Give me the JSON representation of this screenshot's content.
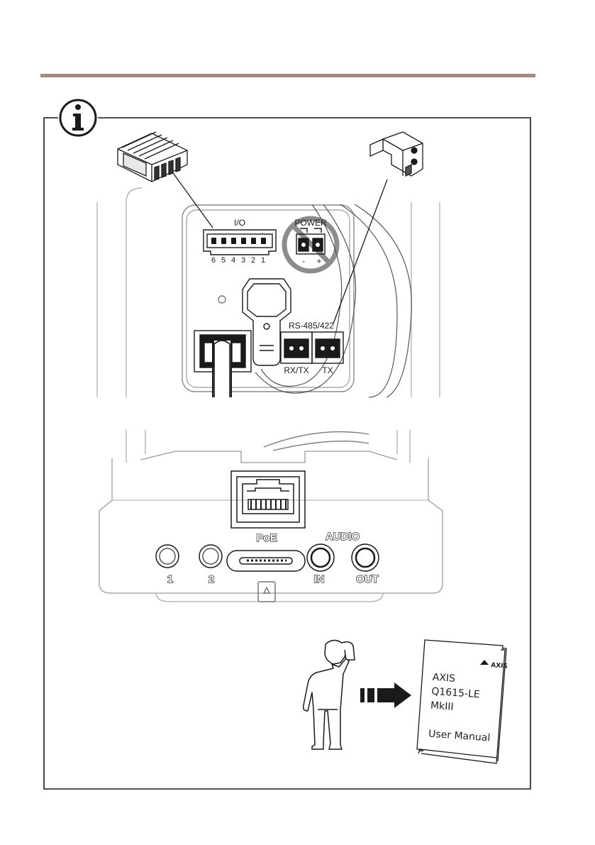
{
  "info_icon": "info-icon",
  "colors": {
    "rule": "#a68b7d",
    "line": "#1a1a1a",
    "faint": "#9a9a9a"
  },
  "top_panel": {
    "io_label": "I/O",
    "io_pins": [
      "6",
      "5",
      "4",
      "3",
      "2",
      "1"
    ],
    "power_label": "POWER",
    "power_minus": "-",
    "power_plus": "+",
    "rs485_label": "RS-485/422",
    "rxtx_label": "RX/TX",
    "tx_label": "TX"
  },
  "bottom_panel": {
    "poe_label": "PoE",
    "audio_label": "AUDIO",
    "port1_label": "1",
    "port2_label": "2",
    "audio_in_label": "IN",
    "audio_out_label": "OUT"
  },
  "manual": {
    "brand": "AXIS",
    "logo": "AXIS",
    "line1": "AXIS",
    "line2": "Q1615-LE",
    "line3": "MkIII",
    "line4": "User Manual"
  }
}
